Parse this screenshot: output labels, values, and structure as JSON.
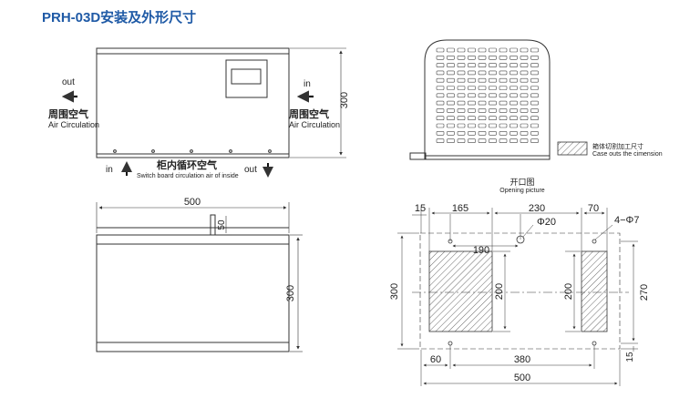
{
  "title": "PRH-03D安装及外形尺寸",
  "front_view": {
    "left_out": "out",
    "left_cn": "周围空气",
    "left_en": "Air Circulation",
    "right_in": "in",
    "right_cn": "周围空气",
    "right_en": "Air Circulation",
    "bottom_in": "in",
    "bottom_cn": "柜内循环空气",
    "bottom_en": "Switch board circulation air of inside",
    "bottom_out": "out",
    "height_dim": "300"
  },
  "side_view": {
    "legend_cn": "箱体切割加工尺寸",
    "legend_en": "Case outs the cimension"
  },
  "top_view": {
    "width_dim": "500",
    "flange_dim": "50",
    "height_dim": "300"
  },
  "opening": {
    "title_cn": "开口图",
    "title_en": "Opening picture",
    "dim_15_left": "15",
    "dim_165": "165",
    "dim_230": "230",
    "dim_70": "70",
    "hole_big": "Φ20",
    "hole_small": "4−Φ7",
    "dim_190": "190",
    "dim_300": "300",
    "dim_200_left": "200",
    "dim_200_right": "200",
    "dim_270": "270",
    "dim_60": "60",
    "dim_380": "380",
    "dim_15_bottom": "15",
    "dim_500": "500"
  },
  "colors": {
    "title": "#1f5aa6",
    "line": "#333333"
  }
}
